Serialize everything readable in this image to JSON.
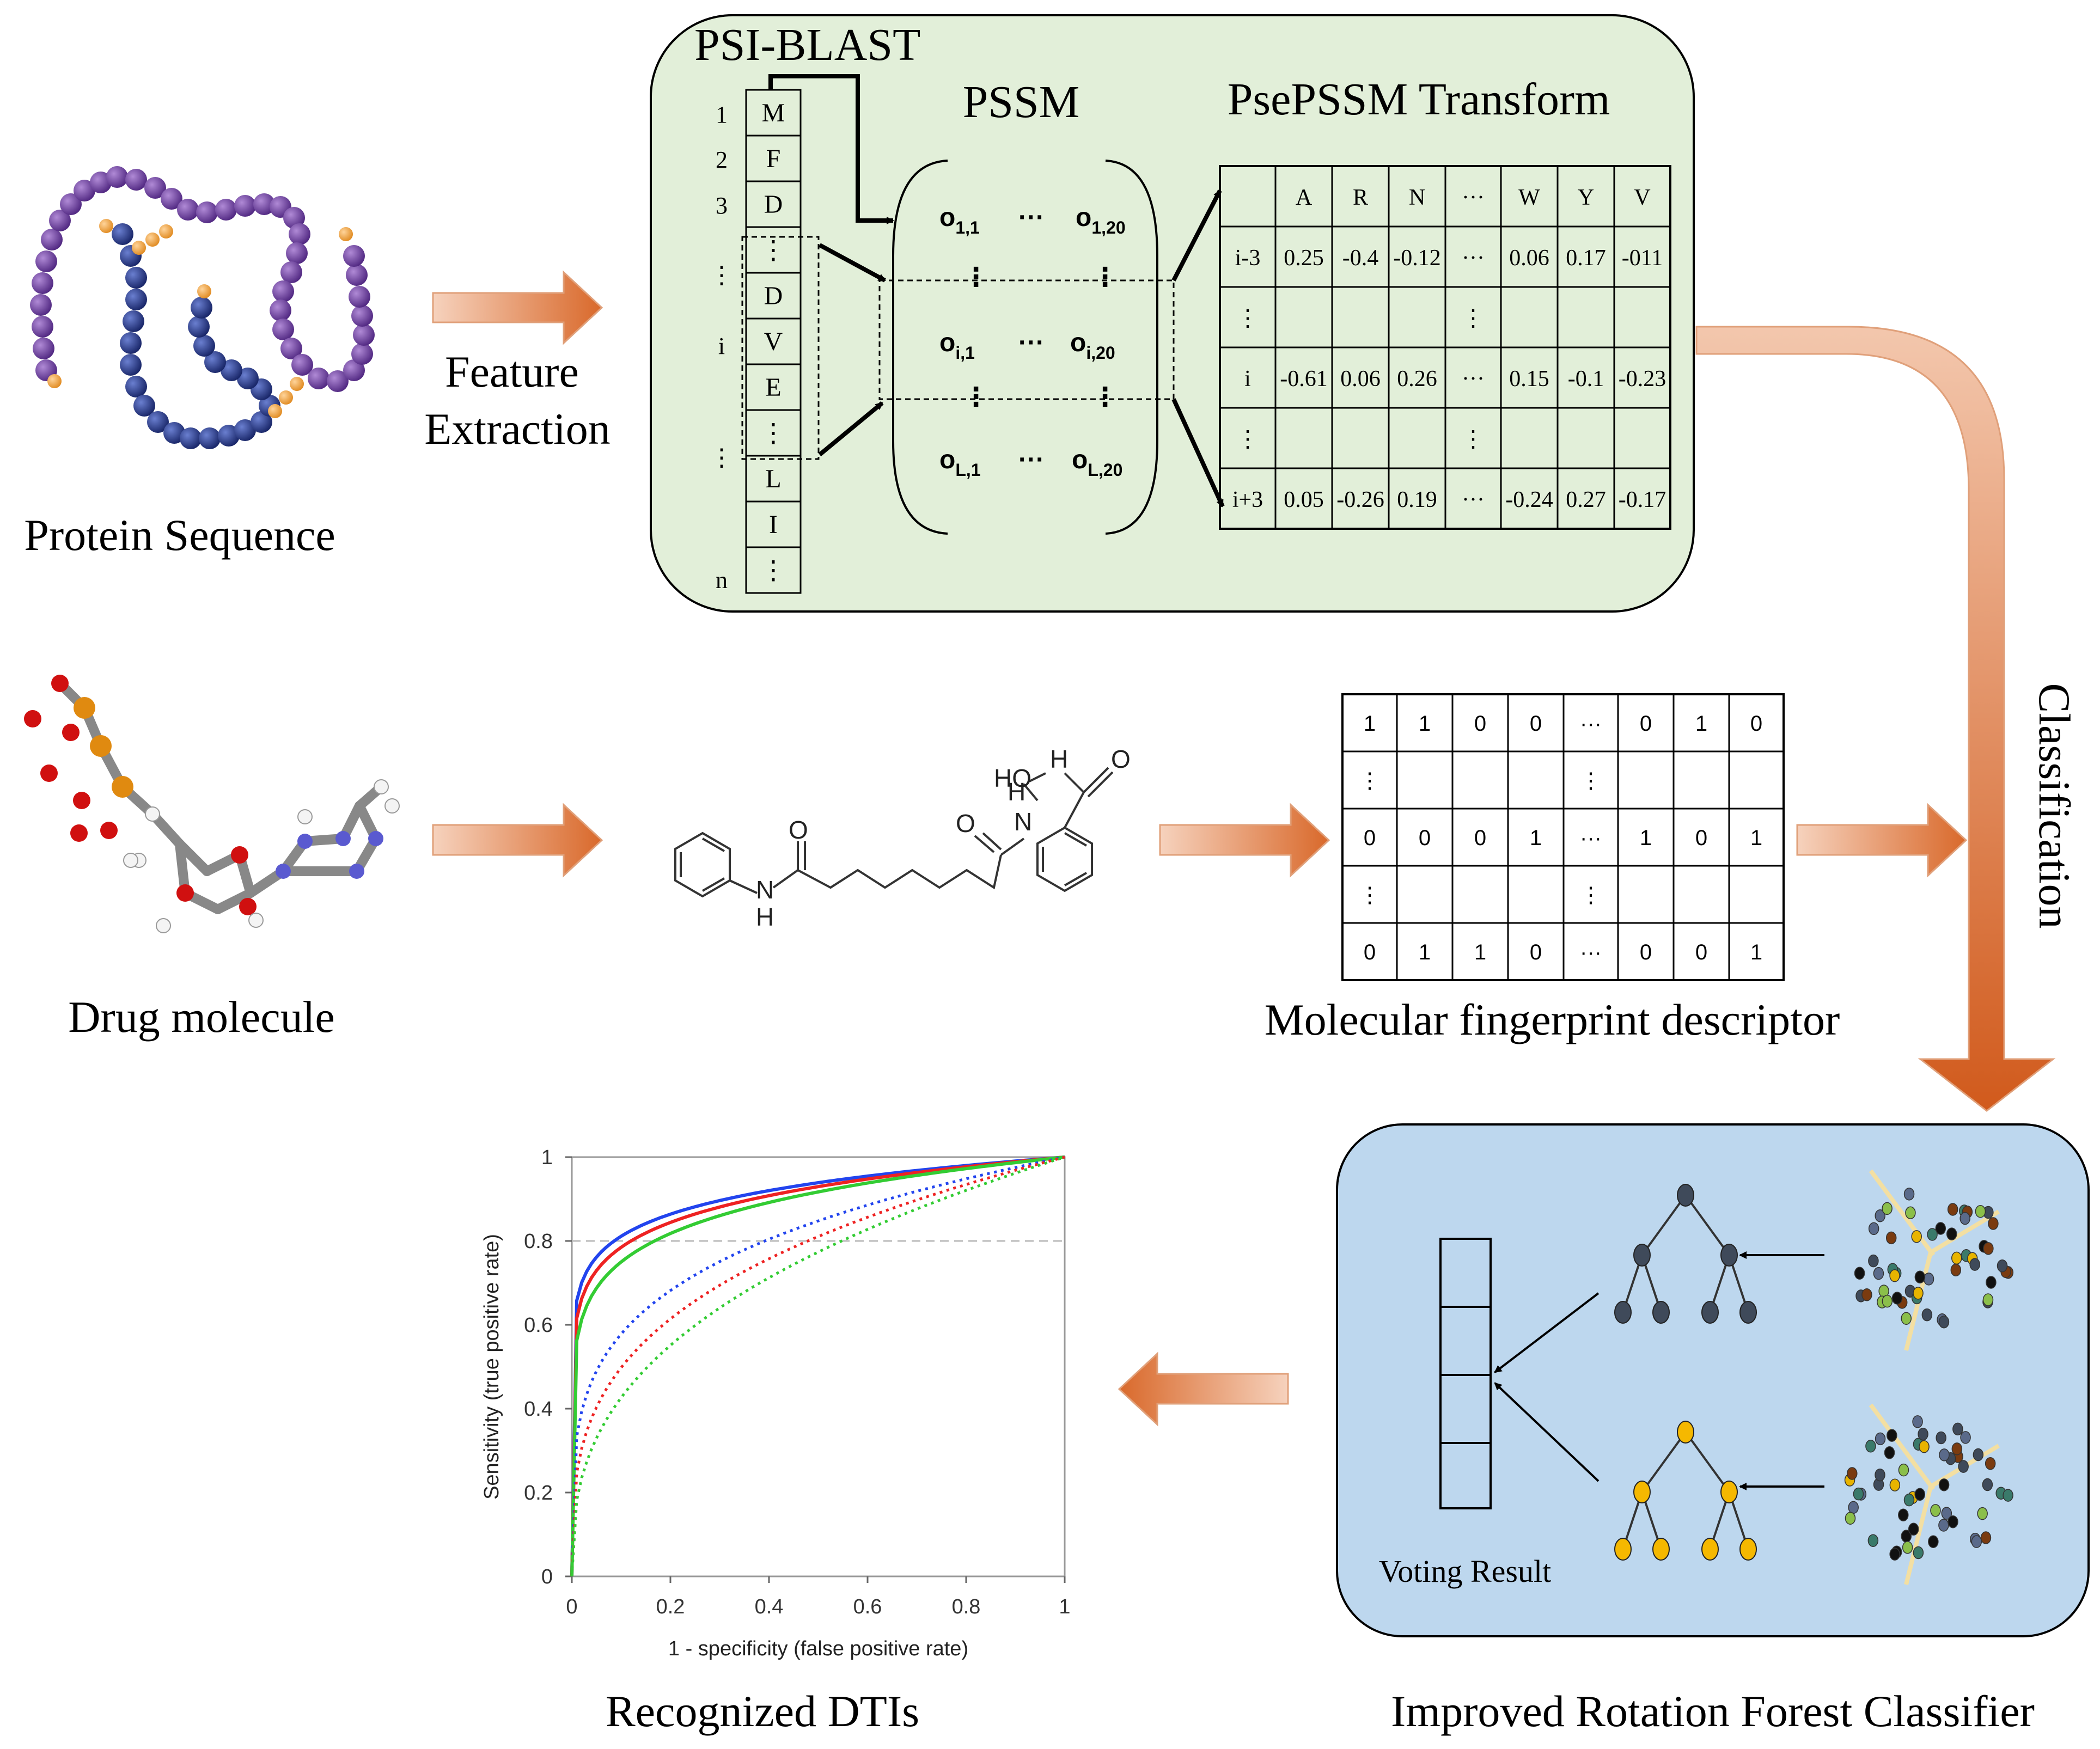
{
  "labels": {
    "protein_sequence": "Protein Sequence",
    "feature_extraction_1": "Feature",
    "feature_extraction_2": "Extraction",
    "psi_blast": "PSI-BLAST",
    "pssm": "PSSM",
    "psepssm_transform": "PsePSSM Transform",
    "drug_molecule": "Drug molecule",
    "molecular_fingerprint": "Molecular fingerprint descriptor",
    "classification": "Classification",
    "voting_result": "Voting Result",
    "recognized_dtis": "Recognized DTIs",
    "improved_rf": "Improved Rotation Forest Classifier"
  },
  "sequence": {
    "row_numbers": [
      "1",
      "2",
      "3",
      "⋮",
      "i",
      "⋮",
      "n"
    ],
    "residues": [
      "M",
      "F",
      "D",
      "⋮",
      "D",
      "V",
      "E",
      "⋮",
      "L",
      "I",
      "⋮"
    ]
  },
  "pssm_matrix": {
    "r1a": "o",
    "r1a_sub": "1,1",
    "r1b": "o",
    "r1b_sub": "1,20",
    "r2a": "o",
    "r2a_sub": "i,1",
    "r2b": "o",
    "r2b_sub": "i,20",
    "r3a": "o",
    "r3a_sub": "L,1",
    "r3b": "o",
    "r3b_sub": "L,20",
    "hdots": "···",
    "vdots": "⋮"
  },
  "psepssm_table": {
    "header": [
      "",
      "A",
      "R",
      "N",
      "···",
      "W",
      "Y",
      "V"
    ],
    "rows": [
      [
        "i-3",
        "0.25",
        "-0.4",
        "-0.12",
        "···",
        "0.06",
        "0.17",
        "-011"
      ],
      [
        "⋮",
        "",
        "",
        "",
        "⋮",
        "",
        "",
        ""
      ],
      [
        "i",
        "-0.61",
        "0.06",
        "0.26",
        "···",
        "0.15",
        "-0.1",
        "-0.23"
      ],
      [
        "⋮",
        "",
        "",
        "",
        "⋮",
        "",
        "",
        ""
      ],
      [
        "i+3",
        "0.05",
        "-0.26",
        "0.19",
        "···",
        "-0.24",
        "0.27",
        "-0.17"
      ]
    ]
  },
  "fingerprint_table": {
    "rows": [
      [
        "1",
        "1",
        "0",
        "0",
        "···",
        "0",
        "1",
        "0"
      ],
      [
        "⋮",
        "",
        "",
        "",
        "⋮",
        "",
        "",
        ""
      ],
      [
        "0",
        "0",
        "0",
        "1",
        "···",
        "1",
        "0",
        "1"
      ],
      [
        "⋮",
        "",
        "",
        "",
        "⋮",
        "",
        "",
        ""
      ],
      [
        "0",
        "1",
        "1",
        "0",
        "···",
        "0",
        "0",
        "1"
      ]
    ]
  },
  "molecule_atoms": {
    "o1": "O",
    "o2": "O",
    "o3": "O",
    "n1": "N",
    "n2": "N",
    "h1": "H",
    "ho": "HO",
    "h2": "H",
    "h3": "H"
  },
  "roc_chart": {
    "xlabel": "1 - specificity (false positive rate)",
    "ylabel": "Sensitivity (true positive rate)",
    "xticks": [
      "0",
      "0.2",
      "0.4",
      "0.6",
      "0.8",
      "1"
    ],
    "yticks": [
      "0",
      "0.2",
      "0.4",
      "0.6",
      "0.8",
      "1"
    ]
  },
  "colors": {
    "arrow_orange": "#d9692b",
    "green_panel": "#e2efd9",
    "blue_panel": "#bdd7ee",
    "purple_bead": "#6a3d9a",
    "navy_bead": "#1f2f7a",
    "orange_bead": "#f0a040",
    "tree_gray": "#3f4a5a",
    "tree_yellow": "#f5b800",
    "roc_blue": "#2244ee",
    "roc_red": "#ee2222",
    "roc_green": "#33cc33"
  }
}
